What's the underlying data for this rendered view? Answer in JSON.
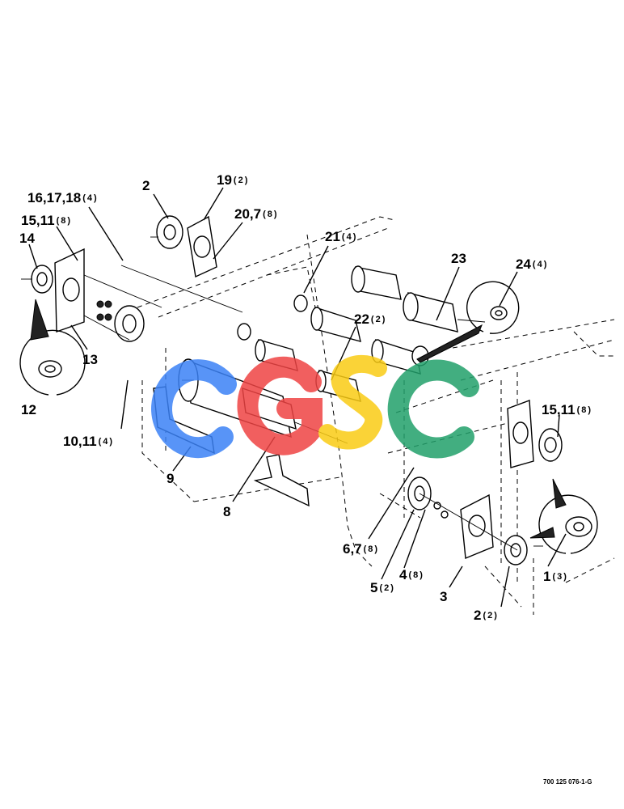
{
  "callouts": [
    {
      "id": "c-16-17-18",
      "text": "16,17,18",
      "qty": "(4)"
    },
    {
      "id": "c-2-top",
      "text": "2",
      "qty": ""
    },
    {
      "id": "c-19",
      "text": "19",
      "qty": "(2)"
    },
    {
      "id": "c-20-7",
      "text": "20,7",
      "qty": "(8)"
    },
    {
      "id": "c-15-11-left",
      "text": "15,11",
      "qty": "(8)"
    },
    {
      "id": "c-14",
      "text": "14",
      "qty": ""
    },
    {
      "id": "c-21",
      "text": "21",
      "qty": "(4)"
    },
    {
      "id": "c-23",
      "text": "23",
      "qty": ""
    },
    {
      "id": "c-24",
      "text": "24",
      "qty": "(4)"
    },
    {
      "id": "c-22",
      "text": "22",
      "qty": "(2)"
    },
    {
      "id": "c-13",
      "text": "13",
      "qty": ""
    },
    {
      "id": "c-12",
      "text": "12",
      "qty": ""
    },
    {
      "id": "c-10-11",
      "text": "10,11",
      "qty": "(4)"
    },
    {
      "id": "c-15-11-right",
      "text": "15,11",
      "qty": "(8)"
    },
    {
      "id": "c-9",
      "text": "9",
      "qty": ""
    },
    {
      "id": "c-8",
      "text": "8",
      "qty": ""
    },
    {
      "id": "c-6-7",
      "text": "6,7",
      "qty": "(8)"
    },
    {
      "id": "c-4",
      "text": "4",
      "qty": "(8)"
    },
    {
      "id": "c-1",
      "text": "1",
      "qty": "(3)"
    },
    {
      "id": "c-5",
      "text": "5",
      "qty": "(2)"
    },
    {
      "id": "c-3",
      "text": "3",
      "qty": ""
    },
    {
      "id": "c-2-bottom",
      "text": "2",
      "qty": "(2)"
    }
  ],
  "watermark": {
    "text": "CGSC",
    "colors": [
      "#3b82f6",
      "#ef4444",
      "#facc15",
      "#22a06b"
    ]
  },
  "drawing_number": "700 125 076-1-G"
}
